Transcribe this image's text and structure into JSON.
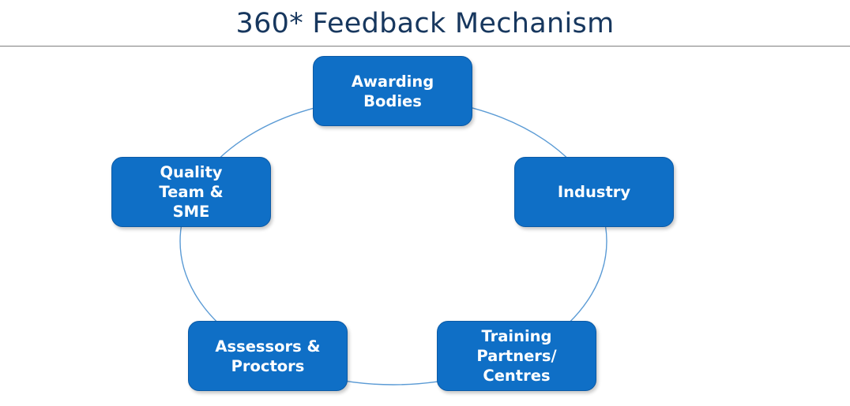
{
  "title": "360* Feedback Mechanism",
  "colors": {
    "node_fill": "#0f6fc6",
    "ring": "#5b9bd5",
    "title": "#17375e"
  },
  "nodes": [
    {
      "id": "awarding-bodies",
      "label": "Awarding\nBodies"
    },
    {
      "id": "industry",
      "label": "Industry"
    },
    {
      "id": "training-partners",
      "label": "Training\nPartners/\nCentres"
    },
    {
      "id": "assessors-proctors",
      "label": "Assessors &\nProctors"
    },
    {
      "id": "quality-team",
      "label": "Quality\nTeam &\nSME"
    }
  ]
}
